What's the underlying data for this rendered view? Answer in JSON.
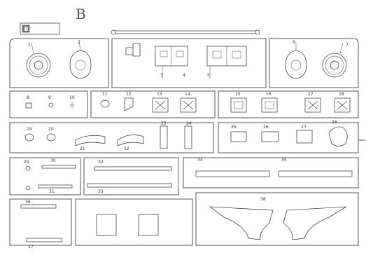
{
  "sheet": {
    "handwritten_letter": "B",
    "sprue_tag": "B"
  },
  "parts": {
    "p1": "1",
    "p2": "2",
    "p3": "3",
    "p4": "4",
    "p5": "5",
    "p6": "6",
    "p7": "7",
    "p8": "8",
    "p9": "9",
    "p10": "10",
    "p11": "11",
    "p12": "12",
    "p13": "13",
    "p14": "14",
    "p15": "15",
    "p16": "16",
    "p17": "17",
    "p18": "18",
    "p19": "19",
    "p20": "20",
    "p21": "21",
    "p22": "22",
    "p23": "23",
    "p24": "24",
    "p25": "25",
    "p26": "26",
    "p27": "27",
    "p28": "28",
    "p29": "29",
    "p30": "30",
    "p31": "31",
    "p32": "32",
    "p33": "33",
    "p34": "34",
    "p35": "35",
    "p36": "36",
    "p37": "37",
    "p38": "38"
  },
  "colors": {
    "line": "#555555",
    "background": "#ffffff"
  }
}
